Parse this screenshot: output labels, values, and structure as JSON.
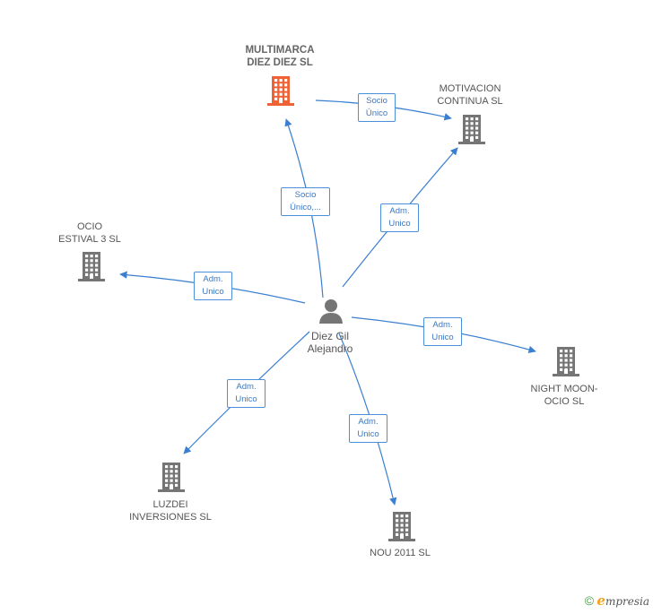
{
  "colors": {
    "edge": "#3b7fd0",
    "building": "#757575",
    "building_main": "#f06236",
    "person": "#757575"
  },
  "center": {
    "label_line1": "Diez Gil",
    "label_line2": "Alejandro",
    "icon": "person-icon"
  },
  "nodes": {
    "multimarca": {
      "line1": "MULTIMARCA",
      "line2": "DIEZ DIEZ SL",
      "icon": "building-icon"
    },
    "motivacion": {
      "line1": "MOTIVACION",
      "line2": "CONTINUA SL",
      "icon": "building-icon"
    },
    "ocio": {
      "line1": "OCIO",
      "line2": "ESTIVAL 3 SL",
      "icon": "building-icon"
    },
    "nightmoon": {
      "line1": "NIGHT MOON-",
      "line2": "OCIO SL",
      "icon": "building-icon"
    },
    "luzdei": {
      "line1": "LUZDEI",
      "line2": "INVERSIONES SL",
      "icon": "building-icon"
    },
    "nou": {
      "line1": "NOU 2011 SL",
      "line2": "",
      "icon": "building-icon"
    }
  },
  "edges": {
    "center_multimarca": {
      "line1": "Socio",
      "line2": "Único,..."
    },
    "multimarca_motivacion": {
      "line1": "Socio",
      "line2": "Único"
    },
    "center_motivacion": {
      "line1": "Adm.",
      "line2": "Unico"
    },
    "center_ocio": {
      "line1": "Adm.",
      "line2": "Unico"
    },
    "center_nightmoon": {
      "line1": "Adm.",
      "line2": "Unico"
    },
    "center_luzdei": {
      "line1": "Adm.",
      "line2": "Unico"
    },
    "center_nou": {
      "line1": "Adm.",
      "line2": "Unico"
    }
  },
  "footer": {
    "copyright": "©",
    "brand_initial": "e",
    "brand_rest": "mpresia"
  }
}
